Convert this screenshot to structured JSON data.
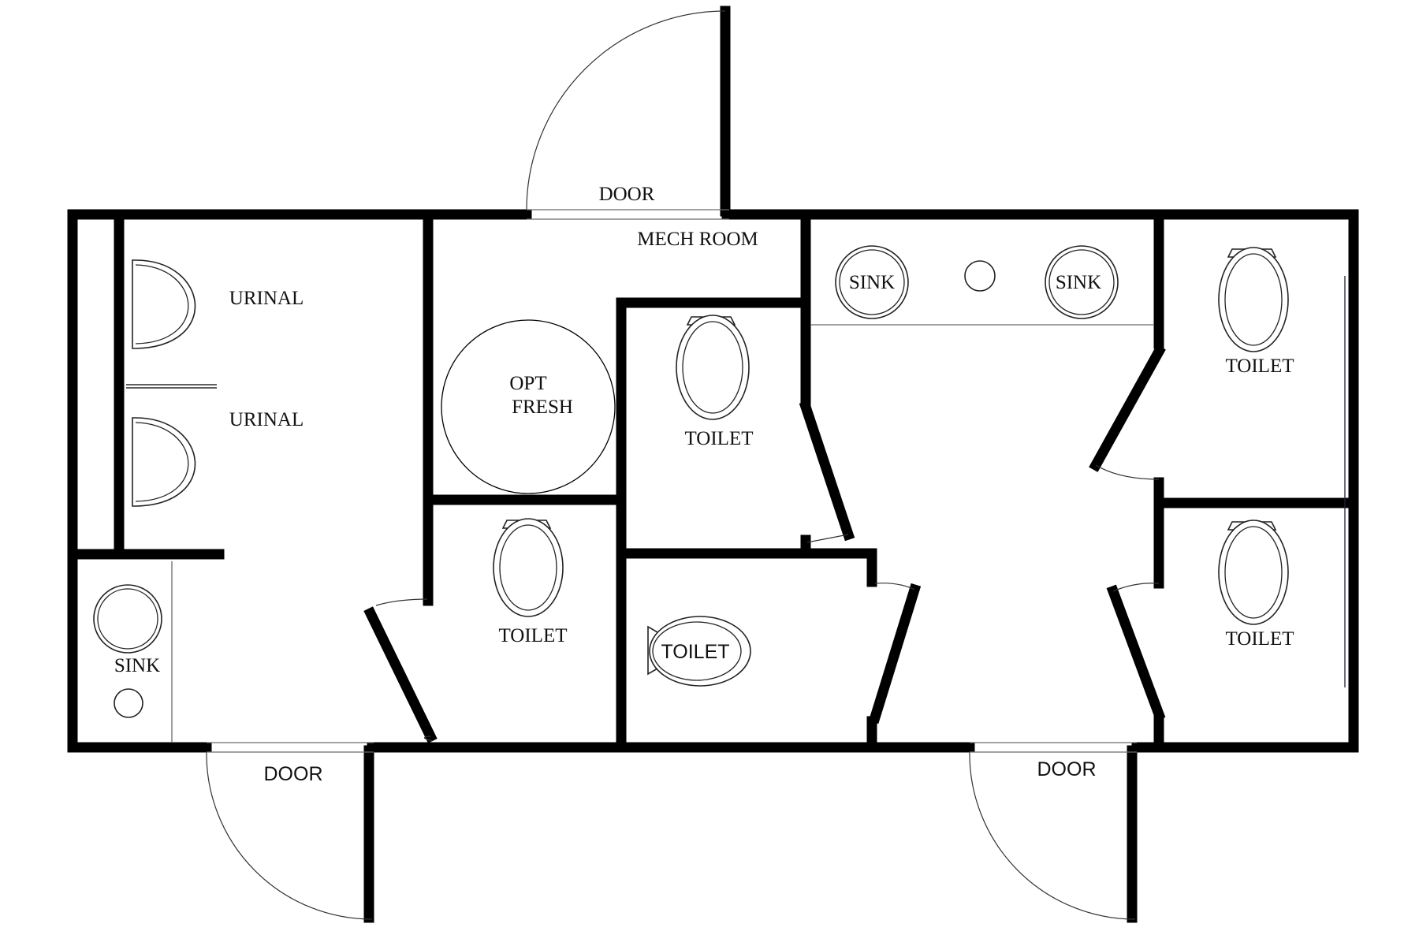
{
  "labels": {
    "door_top": "DOOR",
    "door_bottom_left": "DOOR",
    "door_bottom_right": "DOOR",
    "mech_room": "MECH ROOM",
    "urinal_1": "URINAL",
    "urinal_2": "URINAL",
    "opt_fresh_line1": "OPT",
    "opt_fresh_line2": "FRESH",
    "sink_left": "SINK",
    "sink_top_1": "SINK",
    "sink_top_2": "SINK",
    "toilet_center_upper": "TOILET",
    "toilet_center_lower": "TOILET",
    "toilet_left": "TOILET",
    "toilet_right_upper": "TOILET",
    "toilet_right_lower": "TOILET"
  }
}
